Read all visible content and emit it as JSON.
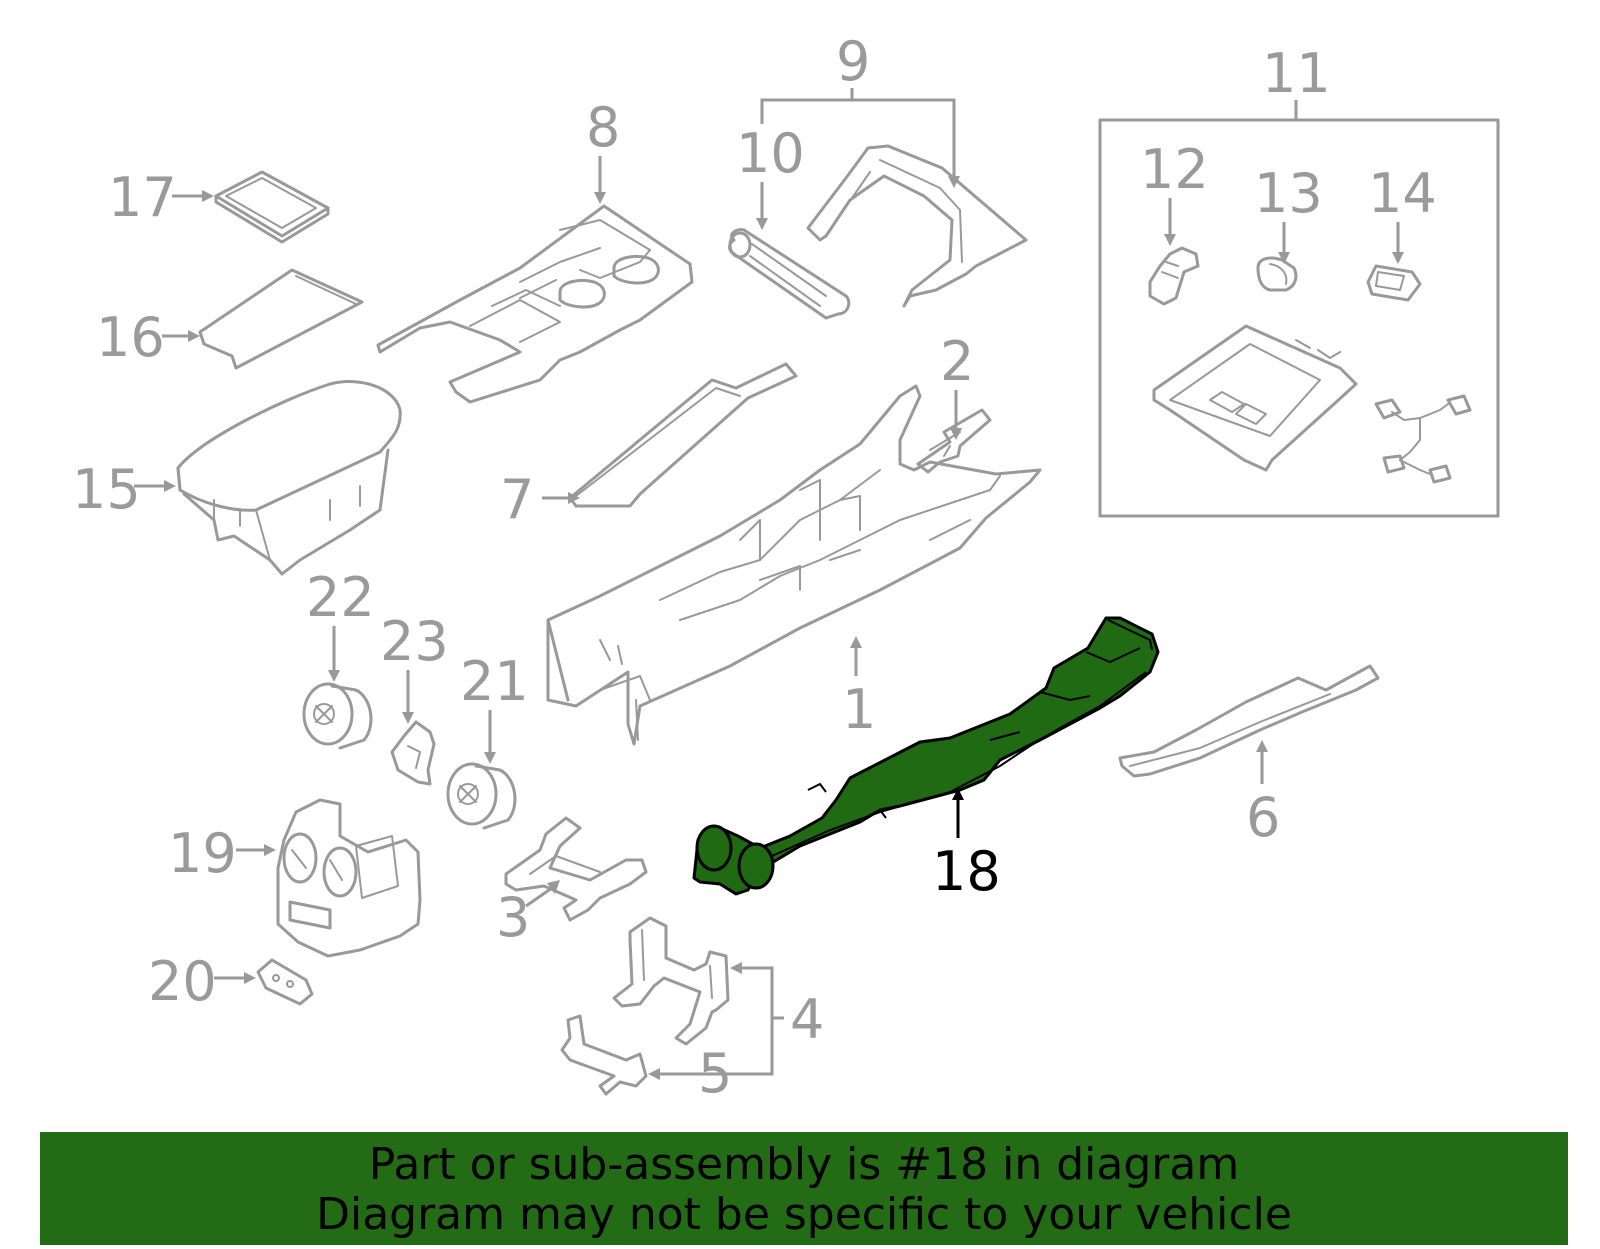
{
  "diagram": {
    "highlight_color": "#1f6a12",
    "line_color": "#999999",
    "highlighted_part": "18",
    "callouts": [
      {
        "id": "c1",
        "label": "1"
      },
      {
        "id": "c2",
        "label": "2"
      },
      {
        "id": "c3",
        "label": "3"
      },
      {
        "id": "c4",
        "label": "4"
      },
      {
        "id": "c5",
        "label": "5"
      },
      {
        "id": "c6",
        "label": "6"
      },
      {
        "id": "c7",
        "label": "7"
      },
      {
        "id": "c8",
        "label": "8"
      },
      {
        "id": "c9",
        "label": "9"
      },
      {
        "id": "c10",
        "label": "10"
      },
      {
        "id": "c11",
        "label": "11"
      },
      {
        "id": "c12",
        "label": "12"
      },
      {
        "id": "c13",
        "label": "13"
      },
      {
        "id": "c14",
        "label": "14"
      },
      {
        "id": "c15",
        "label": "15"
      },
      {
        "id": "c16",
        "label": "16"
      },
      {
        "id": "c17",
        "label": "17"
      },
      {
        "id": "c18",
        "label": "18"
      },
      {
        "id": "c19",
        "label": "19"
      },
      {
        "id": "c20",
        "label": "20"
      },
      {
        "id": "c21",
        "label": "21"
      },
      {
        "id": "c22",
        "label": "22"
      },
      {
        "id": "c23",
        "label": "23"
      }
    ]
  },
  "banner": {
    "background": "#236b14",
    "line1": "Part or sub-assembly is #18 in diagram",
    "line2": "Diagram may not be specific to your vehicle"
  }
}
